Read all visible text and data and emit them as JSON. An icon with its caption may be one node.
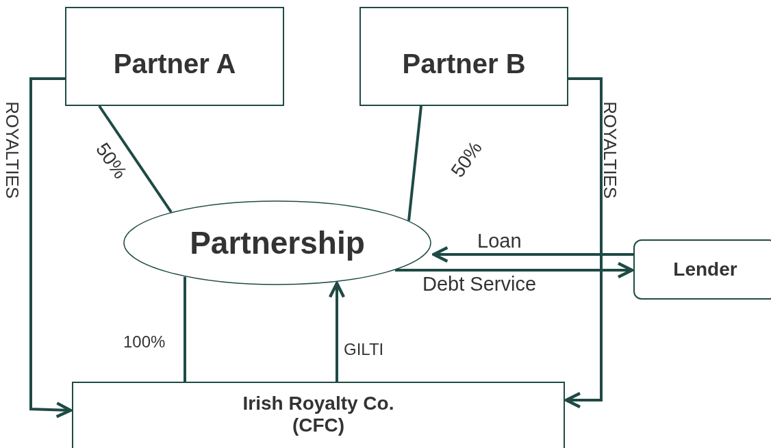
{
  "diagram": {
    "nodes": [
      {
        "text": [
          "Partner A"
        ]
      },
      {
        "text": [
          "Partner B"
        ]
      },
      {
        "text": [
          "Partnership"
        ]
      },
      {
        "text": [
          "Lender"
        ]
      },
      {
        "text": [
          "Irish Royalty Co. (CFC)"
        ]
      }
    ],
    "edges": [
      {
        "from": 0,
        "to": 2,
        "arrow": "none",
        "label": "50%"
      },
      {
        "from": 1,
        "to": 2,
        "arrow": "none",
        "label": "50%"
      },
      {
        "from": 2,
        "to": 4,
        "arrow": "none",
        "label": "100%"
      },
      {
        "from": 4,
        "to": 2,
        "arrow": "to",
        "label": "GILTI"
      },
      {
        "from": 3,
        "to": 2,
        "arrow": "to",
        "label": "Loan"
      },
      {
        "from": 2,
        "to": 3,
        "arrow": "to",
        "label": "Debt Service"
      },
      {
        "from": 0,
        "to": 4,
        "arrow": "to",
        "label": "ROYALTIES"
      },
      {
        "from": 1,
        "to": 4,
        "arrow": "to",
        "label": "ROYALTIES"
      }
    ]
  }
}
